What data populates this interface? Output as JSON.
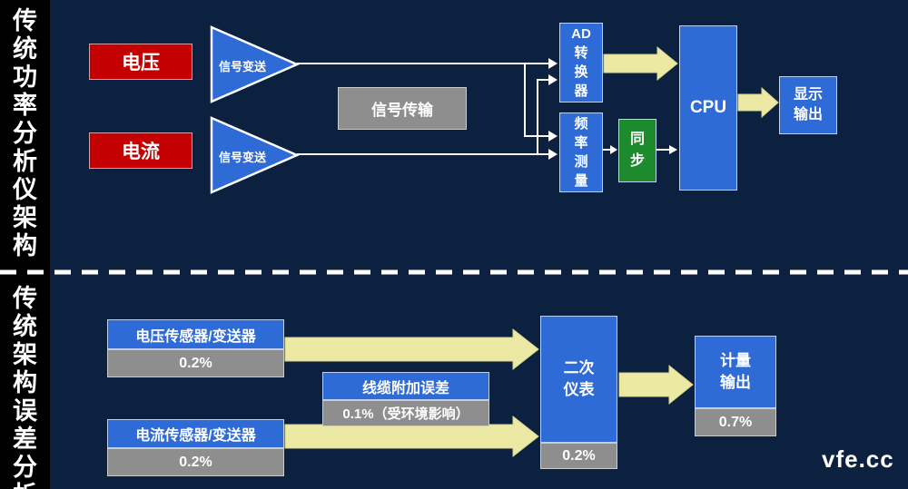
{
  "watermark": "vfe.cc",
  "colors": {
    "background": "#0c2140",
    "sidebar": "#000000",
    "box_blue": "#2e6bd6",
    "box_red": "#c40000",
    "box_gray": "#8e8e8e",
    "box_green": "#1e8a2e",
    "arrow_yellow": "#ece9a4",
    "wire_white": "#ffffff"
  },
  "top": {
    "side_label": "传\n统\n功\n率\n分\n析\n仪\n架\n构",
    "voltage": "电压",
    "current": "电流",
    "transducer_v": "信号变送",
    "transducer_i": "信号变送",
    "transmission": "信号传输",
    "ad_converter": "AD\n转\n换\n器",
    "freq_measure": "频\n率\n测\n量",
    "sync": "同\n步",
    "cpu": "CPU",
    "display_output": "显示\n输出"
  },
  "bottom": {
    "side_label": "传\n统\n架\n构\n误\n差\n分\n析",
    "voltage_sensor": "电压传感器/变送器",
    "voltage_sensor_error": "0.2%",
    "cable_error_label": "线缆附加误差",
    "cable_error_value": "0.1%（受环境影响）",
    "current_sensor": "电流传感器/变送器",
    "current_sensor_error": "0.2%",
    "secondary_meter": "二次\n仪表",
    "secondary_meter_error": "0.2%",
    "metering_output": "计量\n输出",
    "metering_output_error": "0.7%"
  }
}
